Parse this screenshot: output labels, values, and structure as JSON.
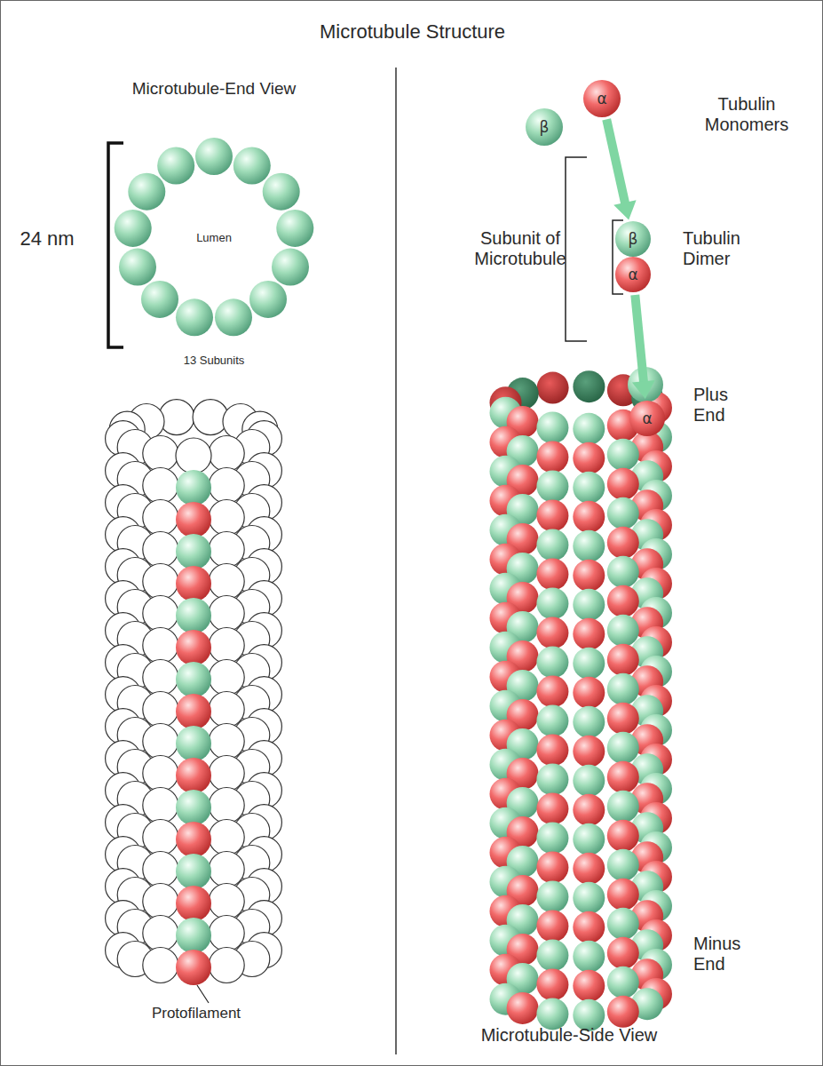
{
  "diagram": {
    "title": "Microtubule Structure",
    "nodes": [
      {
        "text": [
          "Lumen"
        ]
      },
      {
        "text": [
          "β"
        ]
      },
      {
        "text": [
          "α"
        ]
      },
      {
        "text": [
          "β"
        ]
      },
      {
        "text": [
          "α"
        ]
      },
      {
        "text": [
          "α"
        ]
      }
    ],
    "edges": [
      {
        "from": 2,
        "to": 3,
        "arrow": "to"
      },
      {
        "from": 4,
        "to": 5,
        "arrow": "to"
      }
    ],
    "labels": [
      "Microtubule-End View",
      "24 nm",
      "13 Subunits",
      "Protofilament",
      "Tubulin Monomers",
      "Subunit of Microtubule",
      "Tubulin Dimer",
      "Plus End",
      "Minus End",
      "Microtubule-Side View"
    ]
  }
}
